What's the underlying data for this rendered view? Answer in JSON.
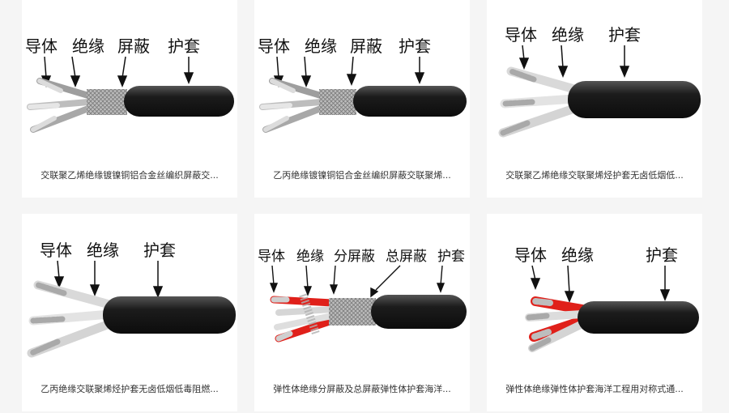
{
  "colors": {
    "background": "#f5f5f5",
    "card": "#ffffff",
    "jacket": "#222222",
    "red_insulation": "#e0201a",
    "caption_text": "#333333"
  },
  "cards": [
    {
      "labels": [
        "导体",
        "绝缘",
        "屏蔽",
        "护套"
      ],
      "caption": "交联聚乙烯绝缘镀镍铜铝合金丝编织屏蔽交..."
    },
    {
      "labels": [
        "导体",
        "绝缘",
        "屏蔽",
        "护套"
      ],
      "caption": "乙丙绝缘镀镍铜铝合金丝编织屏蔽交联聚烯..."
    },
    {
      "labels": [
        "导体",
        "绝缘",
        "护套"
      ],
      "caption": "交联聚乙烯绝缘交联聚烯烃护套无卤低烟低..."
    },
    {
      "labels": [
        "导体",
        "绝缘",
        "护套"
      ],
      "caption": "乙丙绝缘交联聚烯烃护套无卤低烟低毒阻燃..."
    },
    {
      "labels": [
        "导体",
        "绝缘",
        "分屏蔽",
        "总屏蔽",
        "护套"
      ],
      "caption": "弹性体绝缘分屏蔽及总屏蔽弹性体护套海洋..."
    },
    {
      "labels": [
        "导体",
        "绝缘",
        "护套"
      ],
      "caption": "弹性体绝缘弹性体护套海洋工程用对称式通..."
    }
  ]
}
